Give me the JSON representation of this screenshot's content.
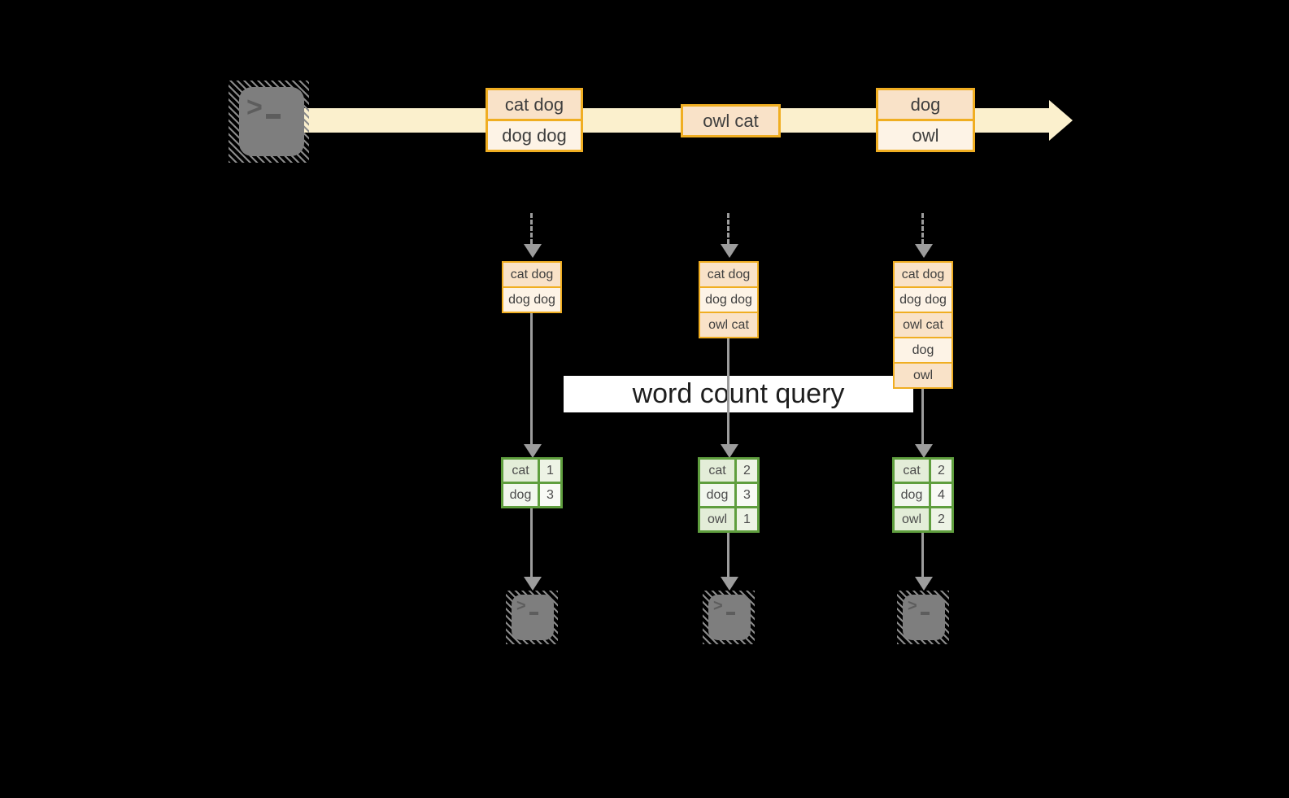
{
  "banner": {
    "label": "word count query"
  },
  "stream": {
    "source_icon": "terminal",
    "batches": [
      {
        "lines": [
          "cat dog",
          "dog dog"
        ]
      },
      {
        "lines": [
          "owl cat"
        ]
      },
      {
        "lines": [
          "dog",
          "owl"
        ]
      }
    ]
  },
  "columns": [
    {
      "buffer": [
        "cat dog",
        "dog dog"
      ],
      "counts": [
        {
          "word": "cat",
          "count": "1"
        },
        {
          "word": "dog",
          "count": "3"
        }
      ]
    },
    {
      "buffer": [
        "cat dog",
        "dog dog",
        "owl cat"
      ],
      "counts": [
        {
          "word": "cat",
          "count": "2"
        },
        {
          "word": "dog",
          "count": "3"
        },
        {
          "word": "owl",
          "count": "1"
        }
      ]
    },
    {
      "buffer": [
        "cat dog",
        "dog dog",
        "owl cat",
        "dog",
        "owl"
      ],
      "counts": [
        {
          "word": "cat",
          "count": "2"
        },
        {
          "word": "dog",
          "count": "4"
        },
        {
          "word": "owl",
          "count": "2"
        }
      ]
    }
  ],
  "icons": {
    "source": "terminal-icon",
    "outputs": [
      "terminal-icon",
      "terminal-icon",
      "terminal-icon"
    ]
  },
  "colors": {
    "background": "#000000",
    "stream_band": "#fbf0cd",
    "batch_border": "#f0ae22",
    "batch_fill_dark": "#f9e2c8",
    "batch_fill_light": "#fdf3e6",
    "table_border": "#5f9e3e",
    "table_fill_green": "#e3edd8",
    "table_fill_white": "#f2f7ee",
    "arrow_gray": "#9c9c9c",
    "banner_bg": "#ffffff",
    "terminal_gray": "#7e7e7e"
  }
}
